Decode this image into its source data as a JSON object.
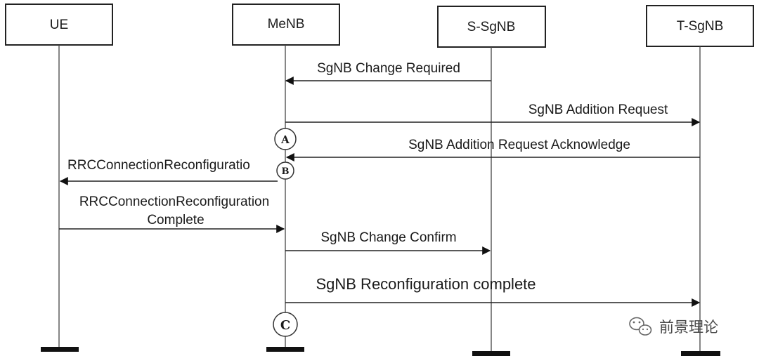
{
  "participants": [
    {
      "id": "ue",
      "label": "UE"
    },
    {
      "id": "menb",
      "label": "MeNB"
    },
    {
      "id": "ssgnb",
      "label": "S-SgNB"
    },
    {
      "id": "tsgnb",
      "label": "T-SgNB"
    }
  ],
  "messages": [
    {
      "from": "ssgnb",
      "to": "menb",
      "lines": [
        "SgNB Change Required"
      ]
    },
    {
      "from": "menb",
      "to": "tsgnb",
      "lines": [
        "SgNB Addition Request"
      ]
    },
    {
      "from": "tsgnb",
      "to": "menb",
      "lines": [
        "SgNB Addition Request Acknowledge"
      ]
    },
    {
      "from": "menb",
      "to": "ue",
      "lines": [
        "RRCConnectionReconfiguratio"
      ]
    },
    {
      "from": "ue",
      "to": "menb",
      "lines": [
        "RRCConnectionReconfiguration",
        "Complete"
      ]
    },
    {
      "from": "menb",
      "to": "ssgnb",
      "lines": [
        "SgNB Change Confirm"
      ]
    },
    {
      "from": "menb",
      "to": "tsgnb",
      "lines": [
        "SgNB Reconfiguration complete"
      ]
    }
  ],
  "markers": [
    "A",
    "B",
    "C"
  ],
  "watermark": {
    "text": "前景理论",
    "icon": "wechat-icon"
  }
}
